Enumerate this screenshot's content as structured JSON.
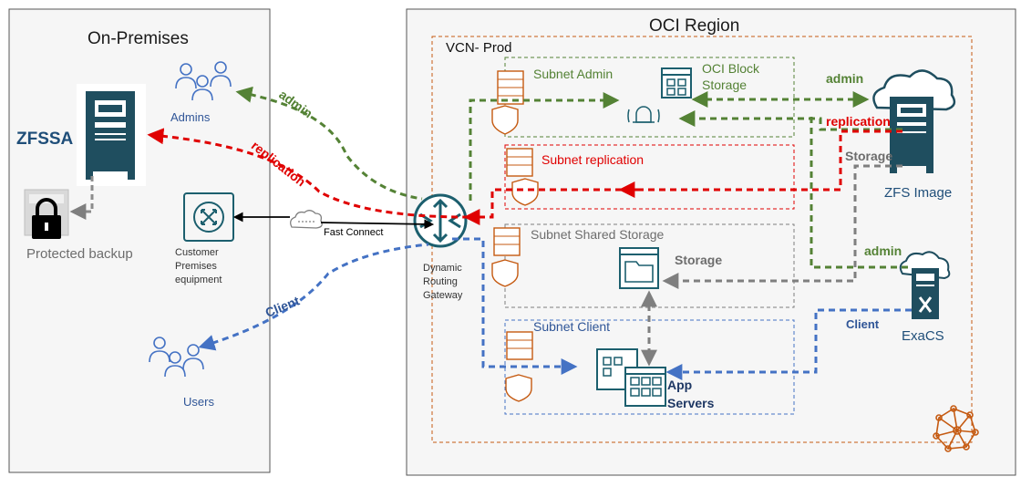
{
  "on_prem": {
    "title": "On-Premises",
    "zfssa": "ZFSSA",
    "admins": "Admins",
    "protected_backup": "Protected backup",
    "cpe": "Customer Premises equipment",
    "users": "Users"
  },
  "oci": {
    "title": "OCI Region",
    "vcn": "VCN- Prod",
    "subnet_admin": "Subnet Admin",
    "block_storage": "OCI Block Storage",
    "subnet_replication": "Subnet replication",
    "subnet_shared": "Subnet Shared Storage",
    "storage": "Storage",
    "subnet_client": "Subnet Client",
    "app_servers": "App Servers",
    "zfs_image": "ZFS Image",
    "exacs": "ExaCS"
  },
  "connections": {
    "admin": "admin",
    "replication": "replication",
    "client": "Client",
    "fast_connect": "Fast Connect",
    "drg": "Dynamic Routing Gateway",
    "admin_right": "admin",
    "replication_right": "replication",
    "storage_right": "Storage",
    "admin_lower": "admin",
    "client_right": "Client",
    "storage_mid": "Storage"
  },
  "colors": {
    "admin": "#548235",
    "replication": "#e00000",
    "client": "#4472c4",
    "storage": "#7f7f7f",
    "oracle_orange": "#c55a11",
    "zfs_dark": "#1f4e5f",
    "zfs_blue": "#2f5597",
    "teal": "#1c5f6e"
  }
}
